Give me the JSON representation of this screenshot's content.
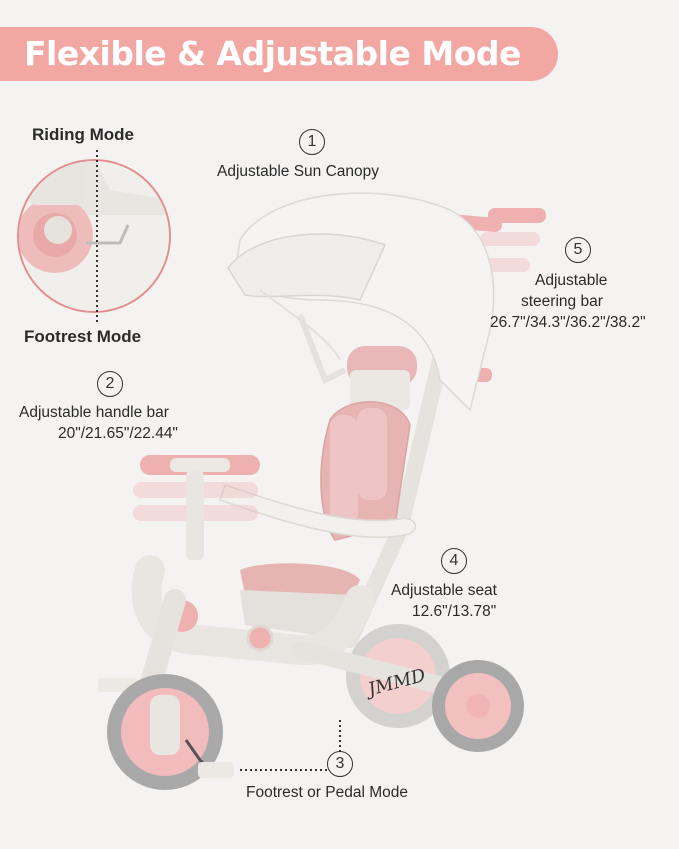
{
  "banner": {
    "title": "Flexible & Adjustable Mode"
  },
  "inset": {
    "top_label": "Riding Mode",
    "bottom_label": "Footrest Mode"
  },
  "features": [
    {
      "number": "1",
      "title": "Adjustable Sun Canopy",
      "detail": ""
    },
    {
      "number": "2",
      "title": "Adjustable handle bar",
      "detail": "20\"/21.65\"/22.44\""
    },
    {
      "number": "3",
      "title": "Footrest or Pedal Mode",
      "detail": ""
    },
    {
      "number": "4",
      "title": "Adjustable seat",
      "detail": "12.6\"/13.78\""
    },
    {
      "number": "5",
      "title": "Adjustable",
      "title2": "steering bar",
      "detail": "26.7\"/34.3\"/36.2\"/38.2\""
    }
  ],
  "brand": {
    "logo_text": "JMMD"
  },
  "colors": {
    "accent_pink": "#f3a7a3",
    "frame": "#ebe8e3",
    "seat_pink": "#e7b4b4",
    "tire_gray": "#a8a8a8",
    "background": "#f4f3f1"
  }
}
